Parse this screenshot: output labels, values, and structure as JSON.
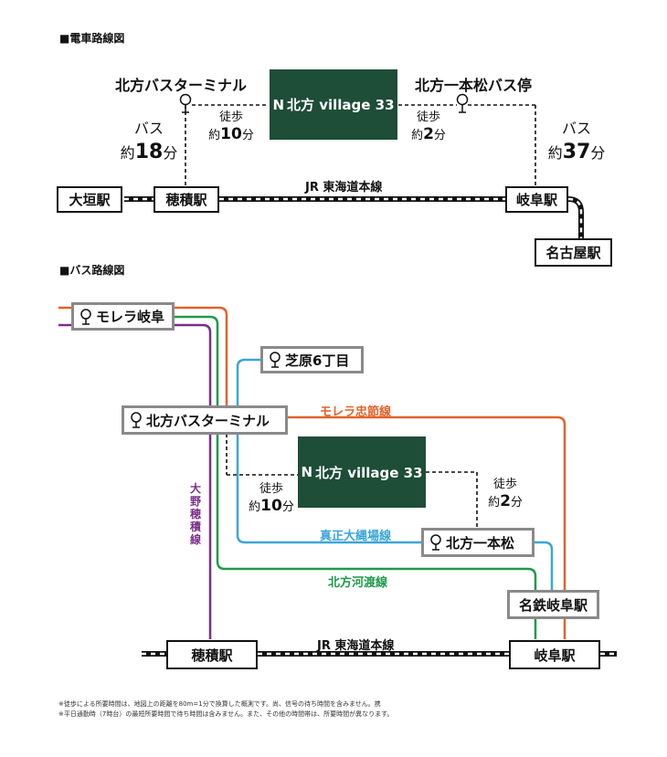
{
  "train_section": {
    "title": "■電車路線図",
    "stop_kitakata_terminal": "北方バスターミナル",
    "stop_kitakata_ipponmatsu": "北方一本松バス停",
    "property": {
      "prefix": "N",
      "name": "北方 village 33"
    },
    "walk_left": {
      "label": "徒歩",
      "prefix": "約",
      "num": "10",
      "unit": "分"
    },
    "walk_right": {
      "label": "徒歩",
      "prefix": "約",
      "num": "2",
      "unit": "分"
    },
    "bus_left": {
      "label": "バス",
      "prefix": "約",
      "num": "18",
      "unit": "分"
    },
    "bus_right": {
      "label": "バス",
      "prefix": "約",
      "num": "37",
      "unit": "分"
    },
    "line_name": "JR 東海道本線",
    "stations": {
      "ogaki": "大垣駅",
      "hozumi": "穂積駅",
      "gifu": "岐阜駅",
      "nagoya": "名古屋駅"
    }
  },
  "bus_section": {
    "title": "■バス路線図",
    "stops": {
      "mozo": "モレラ岐阜",
      "shibahara": "芝原6丁目",
      "terminal": "北方バスターミナル",
      "ipponmatsu": "北方一本松",
      "meitetsu_gifu": "名鉄岐阜駅"
    },
    "property": {
      "prefix": "N",
      "name": "北方 village 33"
    },
    "walk_left": {
      "label": "徒歩",
      "prefix": "約",
      "num": "10",
      "unit": "分"
    },
    "walk_right": {
      "label": "徒歩",
      "prefix": "約",
      "num": "2",
      "unit": "分"
    },
    "routes": {
      "orange": "モレラ忠節線",
      "blue": "真正大縄場線",
      "green": "北方河渡線",
      "purple": "大野穂積線"
    },
    "line_name": "JR 東海道本線",
    "stations": {
      "hozumi": "穂積駅",
      "gifu": "岐阜駅"
    }
  },
  "colors": {
    "orange": "#e2622a",
    "blue": "#3aa6d8",
    "green": "#1f9a4a",
    "purple": "#7b2d8b",
    "property_bg": "#1e4d38"
  },
  "footnotes": [
    "※徒歩による所要時間は、地図上の距離を80m=1分で換算した概測です。尚、信号の待ち時間を含みません。携",
    "※平日通勤時（7時台）の最短所要時間で待ち時間は含みません。また、その他の時間帯は、所要時間が異なります。"
  ]
}
